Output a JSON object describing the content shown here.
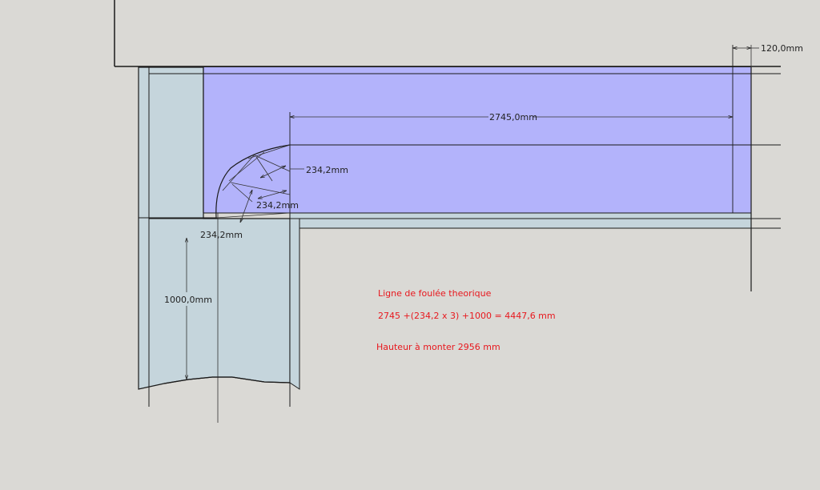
{
  "colors": {
    "background": "#dad9d5",
    "landing_fill": "#b3b3fb",
    "wall_fill": "#c5d5dc",
    "note_color": "#e8181e",
    "line_color": "#1a1a1a"
  },
  "dimensions": {
    "width_120": "120,0mm",
    "length_2745": "2745,0mm",
    "step_a": "234,2mm",
    "step_b": "234,2mm",
    "step_c": "234,2mm",
    "length_1000": "1000,0mm"
  },
  "notes": {
    "line1": "Ligne de foulée theorique",
    "line2": "2745 +(234,2 x 3) +1000 = 4447,6 mm",
    "line3": "Hauteur à monter 2956 mm"
  }
}
